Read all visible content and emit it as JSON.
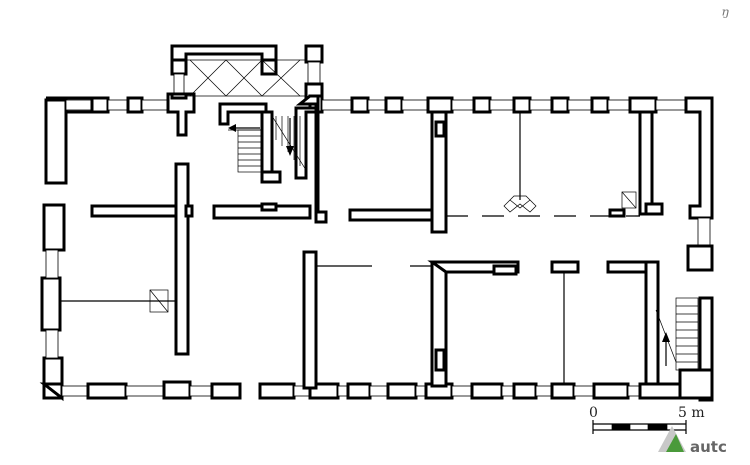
{
  "scale_bar": {
    "start_label": "0",
    "end_label": "5 m"
  },
  "logo": {
    "text": "autc",
    "accent_color": "#4a9a3a"
  },
  "corner_mark": "ᵑ"
}
